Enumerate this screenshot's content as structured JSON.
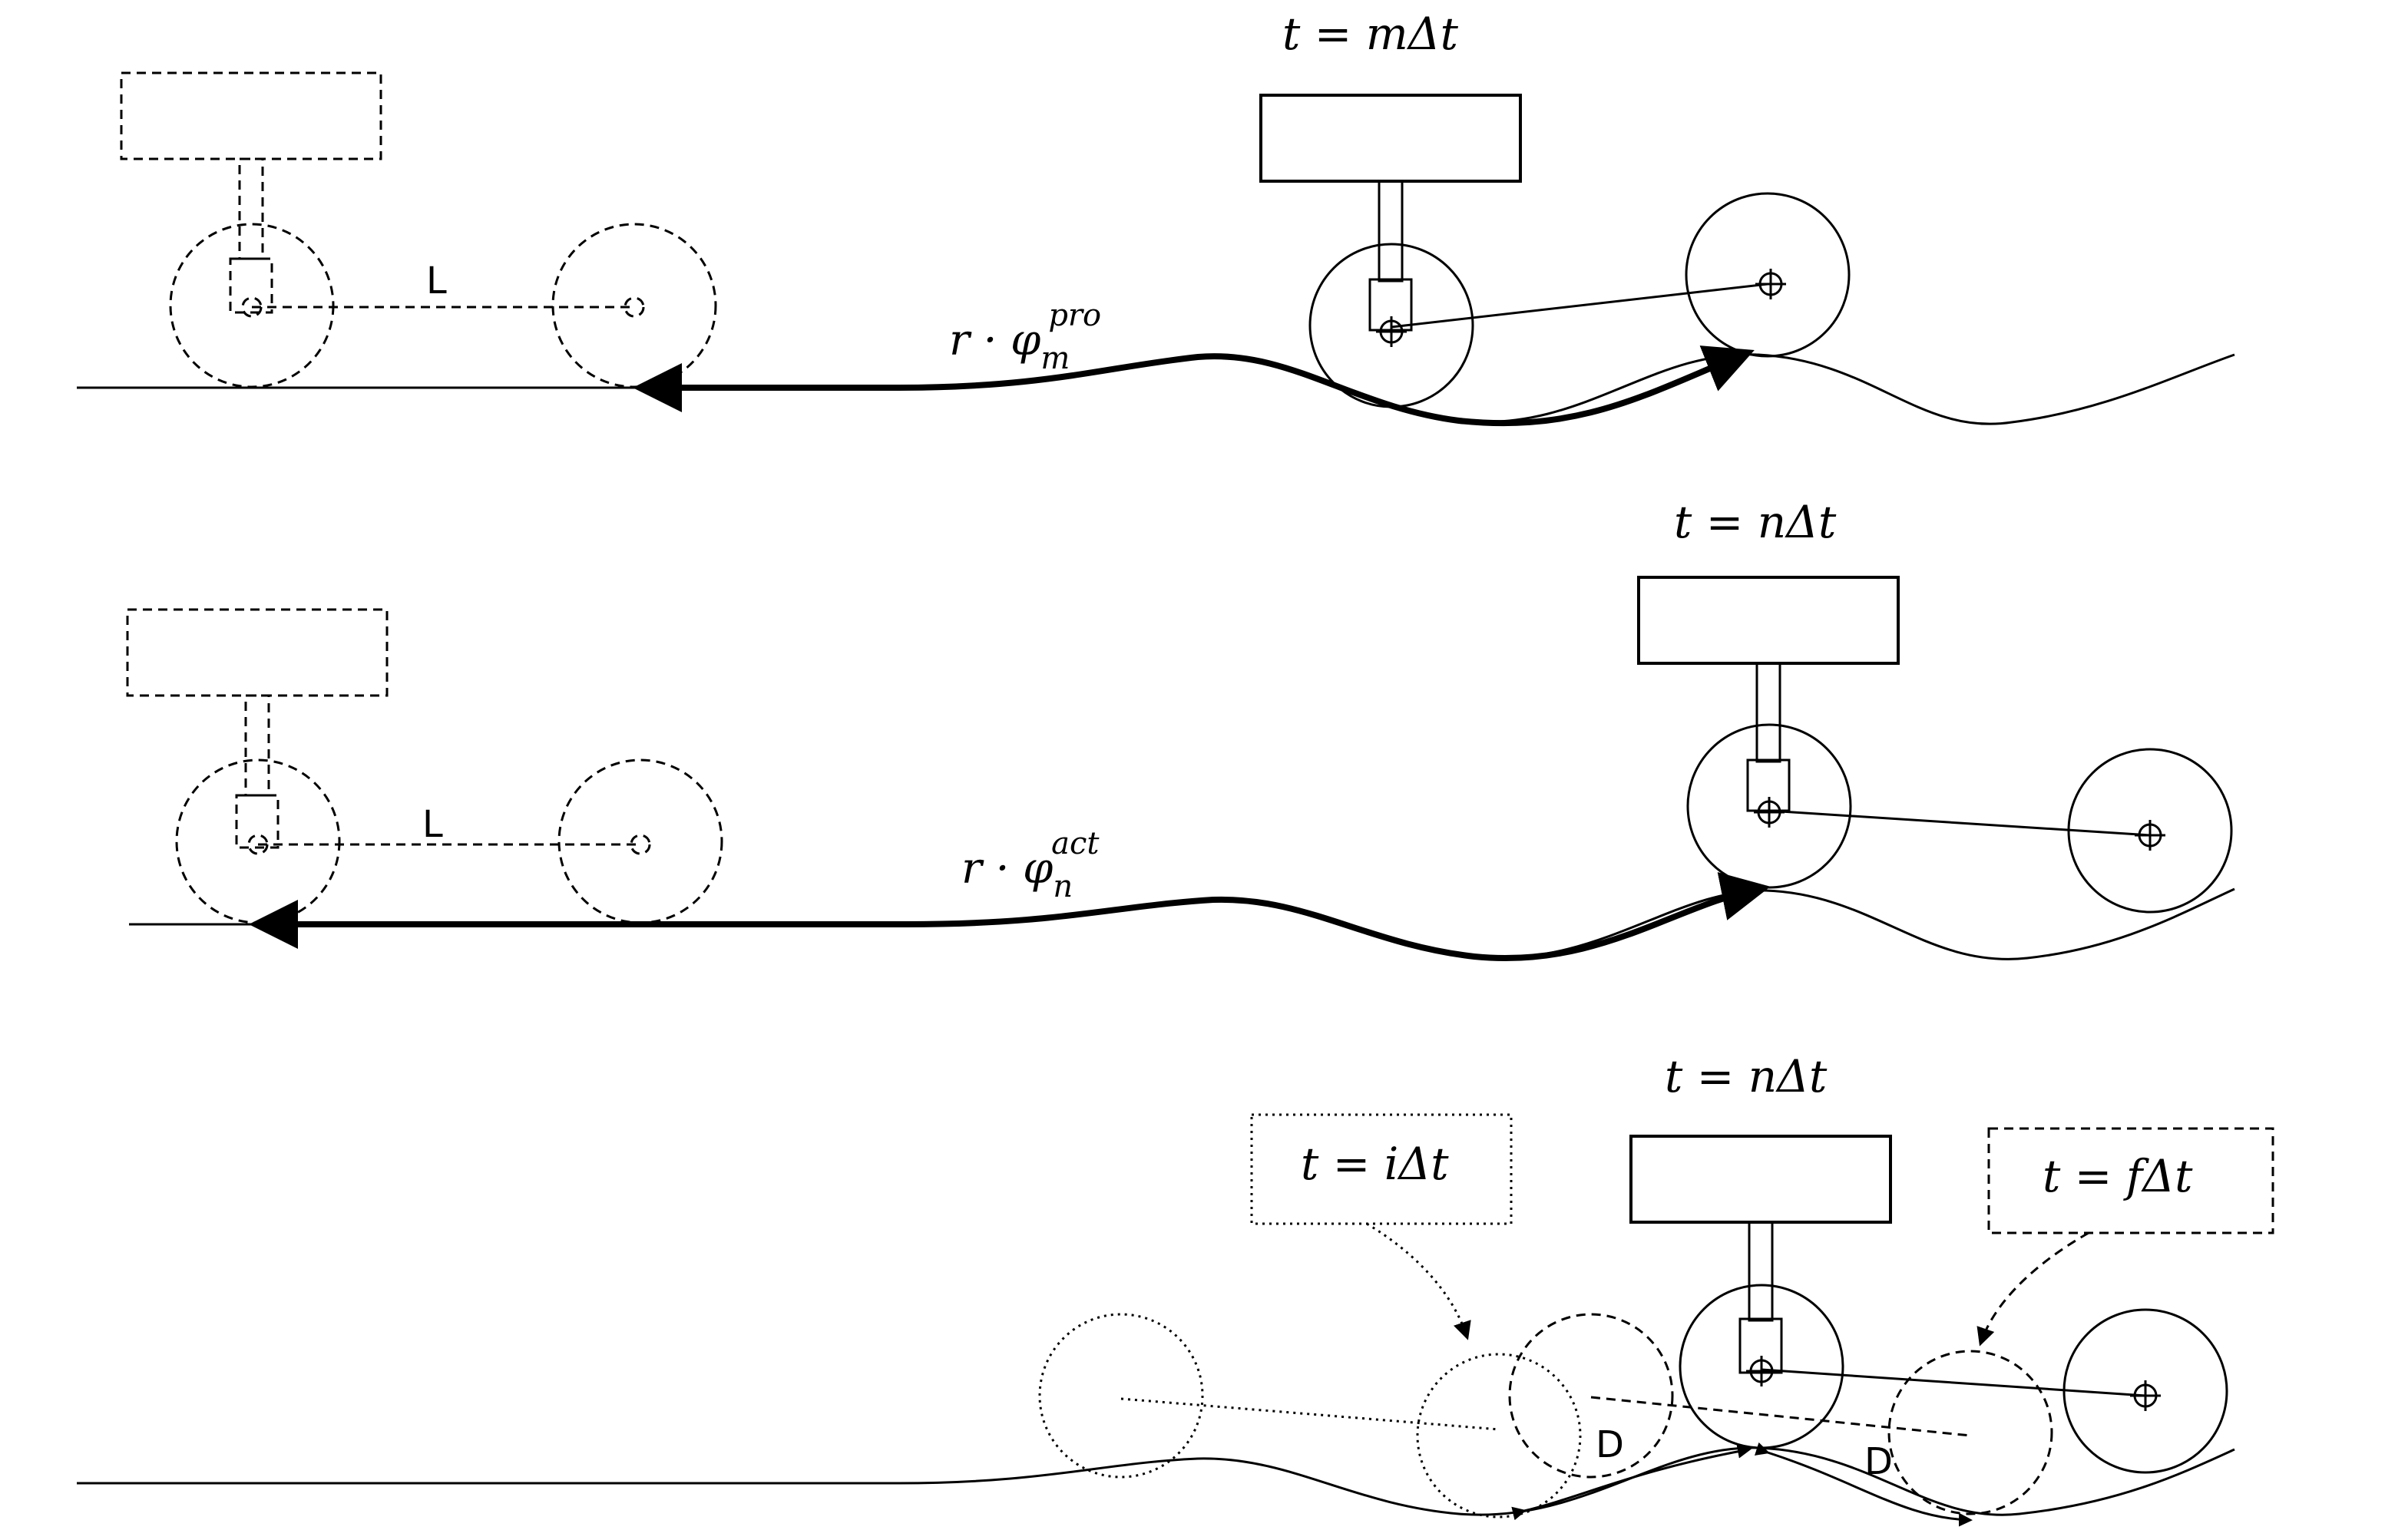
{
  "panel1": {
    "time_label": "t = mΔt",
    "distance_label": "L",
    "arc_label_base": "r · φ",
    "arc_label_sub": "m",
    "arc_label_sup": "pro"
  },
  "panel2": {
    "time_label": "t = nΔt",
    "distance_label": "L",
    "arc_label_base": "r · φ",
    "arc_label_sub": "n",
    "arc_label_sup": "act"
  },
  "panel3": {
    "time_label": "t = nΔt",
    "initial_box_label": "t = iΔt",
    "final_box_label": "t = fΔt",
    "offset_label_1": "D",
    "offset_label_2": "D"
  }
}
